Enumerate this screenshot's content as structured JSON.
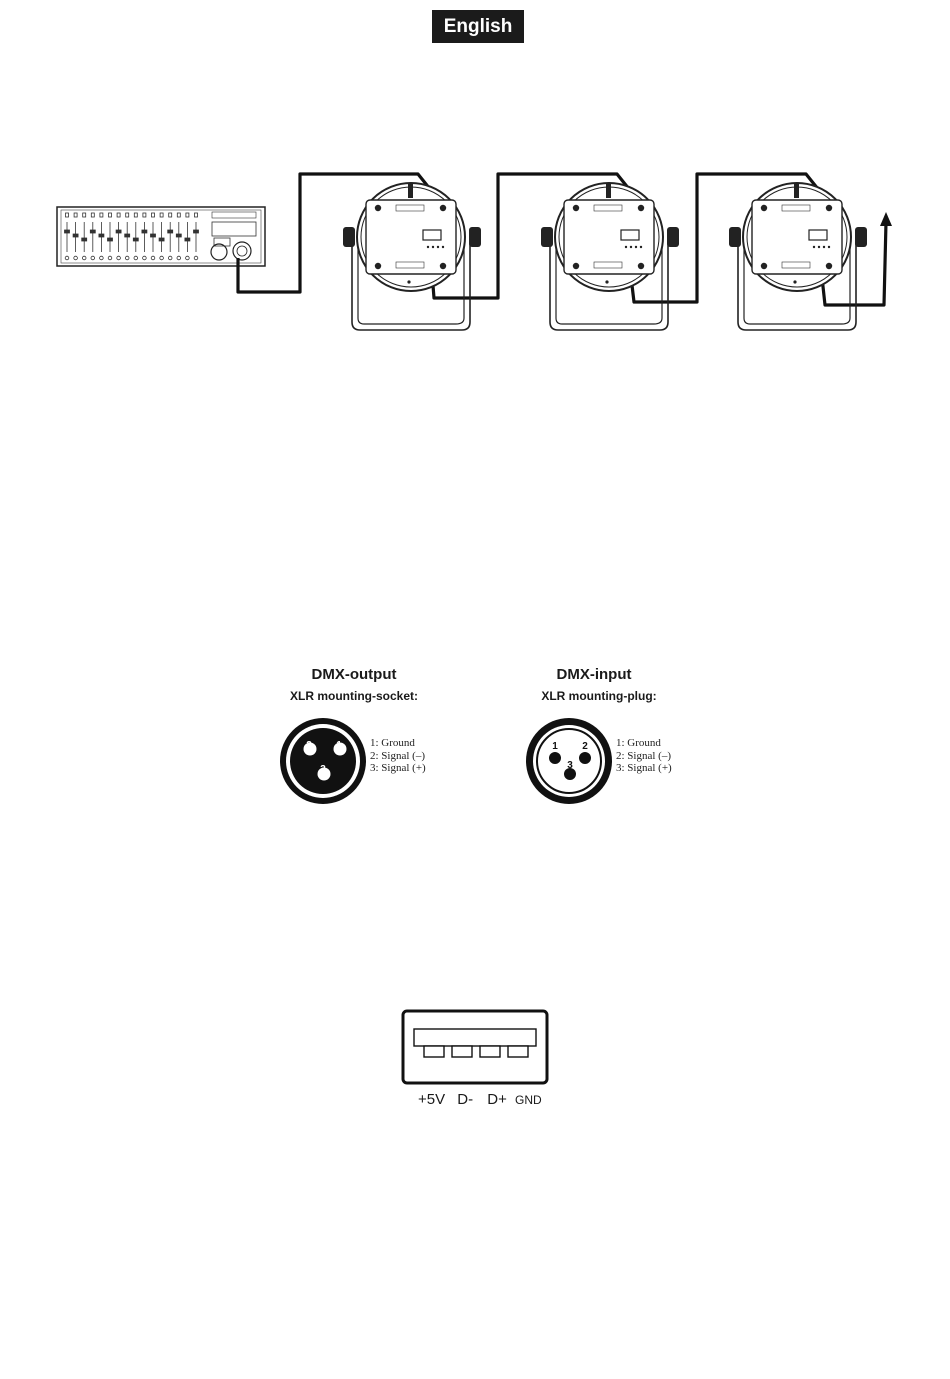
{
  "header": {
    "language_label": "English"
  },
  "dmx_output": {
    "title": "DMX-output",
    "subtitle": "XLR mounting-socket:",
    "pins": [
      "1: Ground",
      "2: Signal (–)",
      "3: Signal (+)"
    ],
    "pin_numbers": [
      "1",
      "2",
      "3"
    ]
  },
  "dmx_input": {
    "title": "DMX-input",
    "subtitle": "XLR mounting-plug:",
    "pins": [
      "1: Ground",
      "2: Signal (–)",
      "3: Signal (+)"
    ],
    "pin_numbers": [
      "1",
      "2",
      "3"
    ]
  },
  "usb": {
    "pin_labels": [
      "+5V",
      "D-",
      "D+",
      "GND"
    ]
  }
}
